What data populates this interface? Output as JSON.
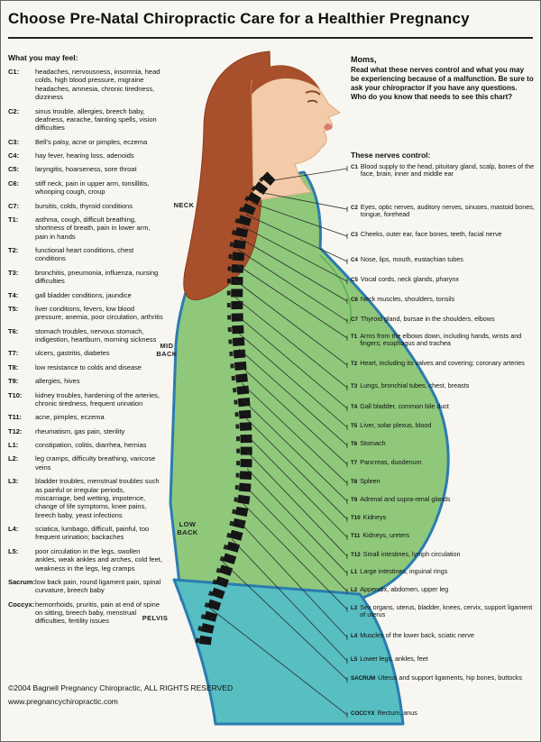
{
  "title": "Choose Pre-Natal Chiropractic Care for a Healthier Pregnancy",
  "left": {
    "heading": "What you may feel:",
    "items": [
      {
        "level": "C1:",
        "text": "headaches, nervousness, insomnia, head colds, high blood pressure, migraine headaches, amnesia, chronic tiredness, dizziness"
      },
      {
        "level": "C2:",
        "text": "sinus trouble, allergies, breech baby, deafness, earache, fainting spells, vision difficulties"
      },
      {
        "level": "C3:",
        "text": "Bell's palsy, acne or pimples, eczema"
      },
      {
        "level": "C4:",
        "text": "hay fever, hearing loss, adenoids"
      },
      {
        "level": "C5:",
        "text": "laryngitis, hoarseness, sore throat"
      },
      {
        "level": "C6:",
        "text": "stiff neck, pain in upper arm, tonsillitis, whooping cough, croup"
      },
      {
        "level": "C7:",
        "text": "bursitis, colds, thyroid conditions"
      },
      {
        "level": "T1:",
        "text": "asthma, cough, difficult breathing, shortness of breath, pain in lower arm, pain in hands"
      },
      {
        "level": "T2:",
        "text": "functional heart conditions, chest conditions"
      },
      {
        "level": "T3:",
        "text": "bronchitis, pneumonia, influenza, nursing difficulties"
      },
      {
        "level": "T4:",
        "text": "gall bladder conditions, jaundice"
      },
      {
        "level": "T5:",
        "text": "liver conditions, fevers, low blood pressure, anemia, poor circulation, arthritis"
      },
      {
        "level": "T6:",
        "text": "stomach troubles, nervous stomach, indigestion, heartburn, morning sickness"
      },
      {
        "level": "T7:",
        "text": "ulcers, gastritis, diabetes"
      },
      {
        "level": "T8:",
        "text": "low resistance to colds and disease"
      },
      {
        "level": "T9:",
        "text": "allergies, hives"
      },
      {
        "level": "T10:",
        "text": "kidney troubles, hardening of the arteries, chronic tiredness, frequent urination"
      },
      {
        "level": "T11:",
        "text": "acne, pimples, eczema"
      },
      {
        "level": "T12:",
        "text": "rheumatism, gas pain, sterility"
      },
      {
        "level": "L1:",
        "text": "constipation, colitis, diarrhea, hernias"
      },
      {
        "level": "L2:",
        "text": "leg cramps, difficulty breathing, varicose veins"
      },
      {
        "level": "L3:",
        "text": "bladder troubles, menstrual troubles such as painful or irregular periods, miscarriage, bed wetting, impotence, change of life symptoms, knee pains, breech baby, yeast infections"
      },
      {
        "level": "L4:",
        "text": "sciatica, lumbago, difficult, painful, too frequent urination; backaches"
      },
      {
        "level": "L5:",
        "text": "poor circulation in the legs, swollen ankles, weak ankles and arches, cold feet, weakness in the legs, leg cramps"
      },
      {
        "level": "Sacrum:",
        "text": "low back pain, round ligament pain, spinal curvature, breech baby"
      },
      {
        "level": "Coccyx:",
        "text": "hemorrhoids, pruritis, pain at end of spine on sitting, breech baby, menstrual difficulties, fertility issues"
      }
    ]
  },
  "right": {
    "moms_heading": "Moms,",
    "moms_text": "Read what these nerves control and what you may be experiencing because of a malfunction. Be sure to ask your chiropractor if you have any questions. Who do you know that needs to see this chart?",
    "heading": "These nerves control:",
    "items": [
      {
        "level": "C1",
        "text": "Blood supply to the head, pituitary gland, scalp, bones of the face, brain, inner and middle ear"
      },
      {
        "level": "C2",
        "text": "Eyes, optic nerves, auditory nerves, sinuses, mastoid bones, tongue, forehead"
      },
      {
        "level": "C3",
        "text": "Cheeks, outer ear, face bones, teeth, facial nerve"
      },
      {
        "level": "C4",
        "text": "Nose, lips, mouth, eustachian tubes"
      },
      {
        "level": "C5",
        "text": "Vocal cords, neck glands, pharynx"
      },
      {
        "level": "C6",
        "text": "Neck muscles, shoulders, tonsils"
      },
      {
        "level": "C7",
        "text": "Thyroid gland, bursae in the shoulders, elbows"
      },
      {
        "level": "T1",
        "text": "Arms from the elbows down, including hands, wrists and fingers; esophagus and trachea"
      },
      {
        "level": "T2",
        "text": "Heart, including its valves and covering; coronary arteries"
      },
      {
        "level": "T3",
        "text": "Lungs, bronchial tubes, chest, breasts"
      },
      {
        "level": "T4",
        "text": "Gall bladder, common bile duct"
      },
      {
        "level": "T5",
        "text": "Liver, solar plexus, blood"
      },
      {
        "level": "T6",
        "text": "Stomach"
      },
      {
        "level": "T7",
        "text": "Pancreas, duodenum"
      },
      {
        "level": "T8",
        "text": "Spleen"
      },
      {
        "level": "T9",
        "text": "Adrenal and supra-renal glands"
      },
      {
        "level": "T10",
        "text": "Kidneys"
      },
      {
        "level": "T11",
        "text": "Kidneys, ureters"
      },
      {
        "level": "T12",
        "text": "Small intestines, lymph circulation"
      },
      {
        "level": "L1",
        "text": "Large intestines, inguinal rings"
      },
      {
        "level": "L2",
        "text": "Appendix, abdomen, upper leg"
      },
      {
        "level": "L3",
        "text": "Sex organs, uterus, bladder, knees, cervix, support ligament of uterus"
      },
      {
        "level": "L4",
        "text": "Muscles of the lower back, sciatic nerve"
      },
      {
        "level": "L5",
        "text": "Lower legs, ankles, feet"
      },
      {
        "level": "SACRUM",
        "text": "Uterus and support ligaments, hip bones, buttocks"
      },
      {
        "level": "COCCYX",
        "text": "Rectum, anus"
      }
    ]
  },
  "figure": {
    "labels": {
      "neck": "NECK",
      "mid_back": "MID\nBACK",
      "low_back": "LOW\nBACK",
      "pelvis": "PELVIS"
    }
  },
  "footer": {
    "copyright": "©2004 Bagnell Pregnancy Chiropractic, ALL RIGHTS RESERVED",
    "website": "www.pregnancychiropractic.com"
  },
  "colors": {
    "hair": "#a8502b",
    "skin": "#f4cba8",
    "dress": "#8fc87b",
    "skirt": "#57bec2",
    "outline": "#2a7cb0",
    "spine": "#151515"
  }
}
